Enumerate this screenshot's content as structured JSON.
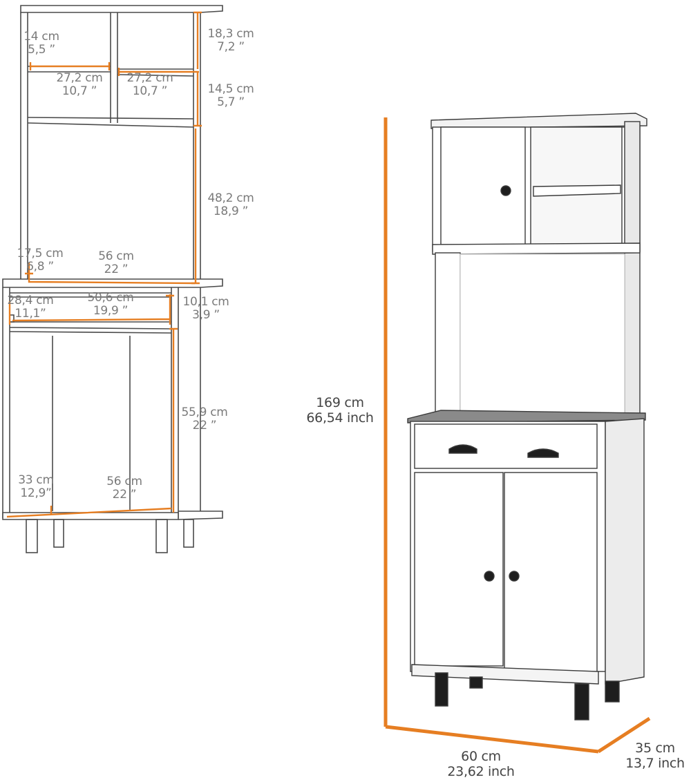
{
  "colors": {
    "dimension_line": "#e67e22",
    "outline": "#4a4a4a",
    "label_text": "#7a7a7a",
    "cabinet_white": "#ffffff",
    "cabinet_shadow": "#e6e6e6",
    "countertop_gray": "#8a8a8a",
    "handle_black": "#1e1e1e"
  },
  "line_drawing": {
    "top_left_shelf_width": {
      "cm": "14 cm",
      "in": "5,5 ”"
    },
    "shelf_left_width": {
      "cm": "27,2 cm",
      "in": "10,7 ”"
    },
    "shelf_right_width": {
      "cm": "27,2 cm",
      "in": "10,7 ”"
    },
    "top_compartment_height": {
      "cm": "18,3 cm",
      "in": "7,2 ”"
    },
    "middle_compartment_height": {
      "cm": "14,5 cm",
      "in": "5,7 ”"
    },
    "open_space_height": {
      "cm": "48,2 cm",
      "in": "18,9 ”"
    },
    "countertop_depth": {
      "cm": "17,5 cm",
      "in": "6,8 ”"
    },
    "countertop_width": {
      "cm": "56 cm",
      "in": "22 ”"
    },
    "drawer_depth": {
      "cm": "28,4 cm",
      "in": "11,1”"
    },
    "drawer_width": {
      "cm": "50,6 cm",
      "in": "19,9 ”"
    },
    "drawer_height": {
      "cm": "10,1 cm",
      "in": "3,9 ”"
    },
    "base_cabinet_height": {
      "cm": "55,9 cm",
      "in": "22 ”"
    },
    "base_depth": {
      "cm": "33 cm",
      "in": "12,9”"
    },
    "base_width": {
      "cm": "56 cm",
      "in": "22 ”"
    }
  },
  "product_view": {
    "overall_height": {
      "cm": "169 cm",
      "in": "66,54 inch"
    },
    "overall_width": {
      "cm": "60 cm",
      "in": "23,62 inch"
    },
    "overall_depth": {
      "cm": "35 cm",
      "in": "13,7 inch"
    }
  }
}
